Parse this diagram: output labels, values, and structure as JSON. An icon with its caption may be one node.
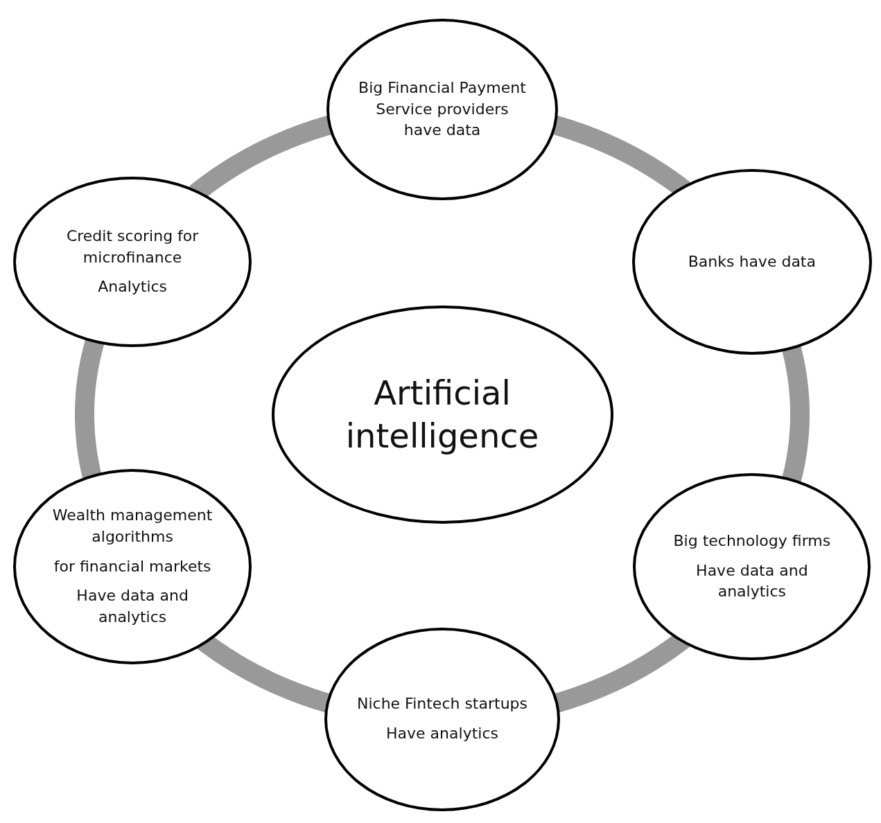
{
  "diagram": {
    "nodes": [
      {
        "text": [
          "Big Financial Payment Service providers have data"
        ]
      },
      {
        "text": [
          "Credit scoring for microfinance",
          "Analytics"
        ]
      },
      {
        "text": [
          "Banks have data"
        ]
      },
      {
        "text": [
          "Artificial intelligence"
        ]
      },
      {
        "text": [
          "Big technology firms",
          "Have data and analytics"
        ]
      },
      {
        "text": [
          "Wealth management algorithms",
          "for financial markets",
          "Have data and analytics"
        ]
      },
      {
        "text": [
          "Niche Fintech startups",
          "Have analytics"
        ]
      }
    ],
    "edges": [
      {
        "from": 0,
        "to": 2,
        "arrow": "none"
      },
      {
        "from": 2,
        "to": 4,
        "arrow": "none"
      },
      {
        "from": 4,
        "to": 6,
        "arrow": "none"
      },
      {
        "from": 6,
        "to": 5,
        "arrow": "none"
      },
      {
        "from": 5,
        "to": 1,
        "arrow": "none"
      },
      {
        "from": 1,
        "to": 0,
        "arrow": "none"
      }
    ]
  }
}
